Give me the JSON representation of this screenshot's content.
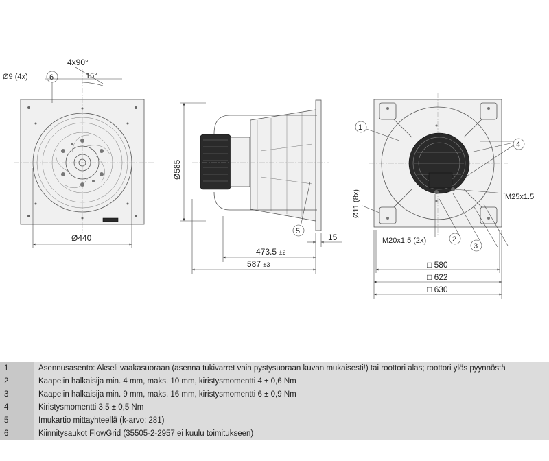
{
  "drawing": {
    "front_view": {
      "angle_label": "4x90°",
      "hole_label": "Ø9 (4x)",
      "callout_6": "6",
      "deg_label": "15°",
      "diameter_label": "Ø440"
    },
    "side_view": {
      "height_label": "Ø585",
      "callout_5": "5",
      "dim_473": "473.5",
      "dim_473_tol": "±2",
      "dim_15": "15",
      "dim_587": "587",
      "dim_587_tol": "±3"
    },
    "rear_view": {
      "callout_1": "1",
      "callout_4": "4",
      "hole_label": "Ø11 (8x)",
      "m25_label": "M25x1.5",
      "m20_label": "M20x1.5 (2x)",
      "callout_2": "2",
      "callout_3": "3",
      "sq_580": "□ 580",
      "sq_622": "□ 622",
      "sq_630": "□ 630"
    }
  },
  "legend": [
    {
      "num": "1",
      "text": "Asennusasento: Akseli vaakasuoraan (asenna tukivarret vain pystysuoraan kuvan mukaisesti!) tai roottori alas; roottori ylös pyynnöstä"
    },
    {
      "num": "2",
      "text": "Kaapelin halkaisija min. 4 mm, maks. 10 mm, kiristysmomentti 4 ± 0,6 Nm"
    },
    {
      "num": "3",
      "text": "Kaapelin halkaisija min. 9 mm, maks. 16 mm, kiristysmomentti 6 ± 0,9 Nm"
    },
    {
      "num": "4",
      "text": "Kiristysmomentti 3,5 ± 0,5 Nm"
    },
    {
      "num": "5",
      "text": "Imukartio mittayhteellä (k-arvo: 281)"
    },
    {
      "num": "6",
      "text": "Kiinnitysaukot FlowGrid (35505-2-2957 ei kuulu toimitukseen)"
    }
  ]
}
